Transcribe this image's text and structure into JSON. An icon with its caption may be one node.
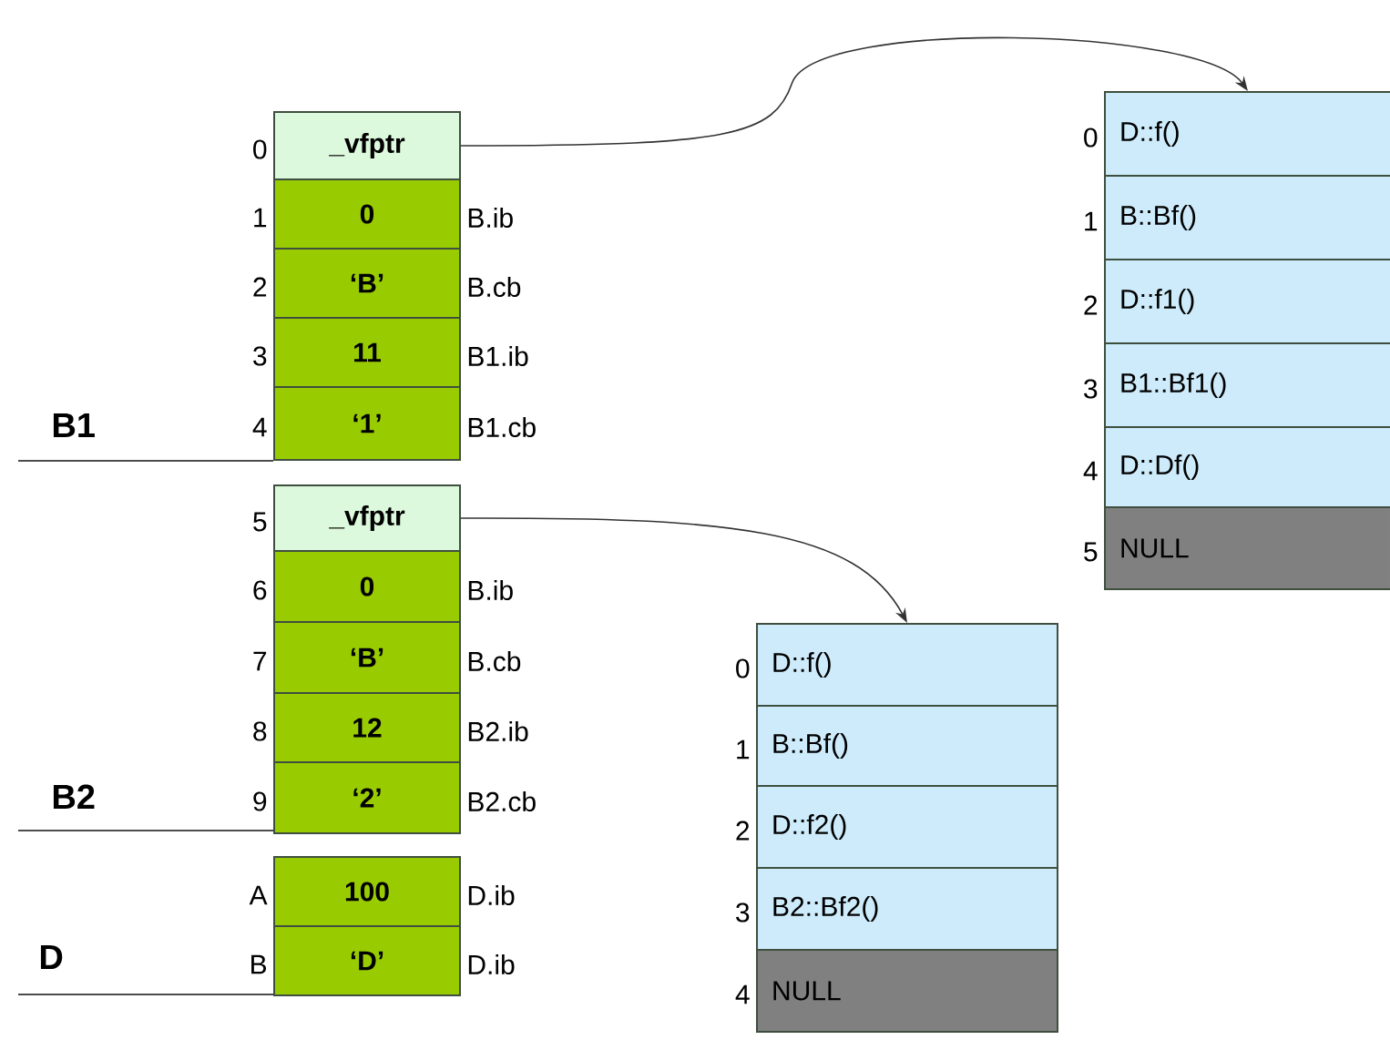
{
  "diagram": {
    "nodes": [
      {
        "text": [
          "_vfptr"
        ],
        "beside": [
          "0"
        ]
      },
      {
        "text": [
          "0"
        ],
        "beside": [
          "1",
          "B.ib"
        ]
      },
      {
        "text": [
          "‘B’"
        ],
        "beside": [
          "2",
          "B.cb"
        ]
      },
      {
        "text": [
          "11"
        ],
        "beside": [
          "3",
          "B1.ib"
        ]
      },
      {
        "text": [
          "‘1’"
        ],
        "beside": [
          "4",
          "B1.cb"
        ]
      },
      {
        "text": [
          "_vfptr"
        ],
        "beside": [
          "5"
        ]
      },
      {
        "text": [
          "0"
        ],
        "beside": [
          "6",
          "B.ib"
        ]
      },
      {
        "text": [
          "‘B’"
        ],
        "beside": [
          "7",
          "B.cb"
        ]
      },
      {
        "text": [
          "12"
        ],
        "beside": [
          "8",
          "B2.ib"
        ]
      },
      {
        "text": [
          "‘2’"
        ],
        "beside": [
          "9",
          "B2.cb"
        ]
      },
      {
        "text": [
          "100"
        ],
        "beside": [
          "A",
          "D.ib"
        ]
      },
      {
        "text": [
          "‘D’"
        ],
        "beside": [
          "B",
          "D.ib"
        ]
      },
      {
        "text": [
          "D::f()"
        ],
        "beside": [
          "0"
        ]
      },
      {
        "text": [
          "B::Bf()"
        ],
        "beside": [
          "1"
        ]
      },
      {
        "text": [
          "D::f1()"
        ],
        "beside": [
          "2"
        ]
      },
      {
        "text": [
          "B1::Bf1()"
        ],
        "beside": [
          "3"
        ]
      },
      {
        "text": [
          "D::Df()"
        ],
        "beside": [
          "4"
        ]
      },
      {
        "text": [
          "NULL"
        ],
        "beside": [
          "5"
        ]
      },
      {
        "text": [
          "D::f()"
        ],
        "beside": [
          "0"
        ]
      },
      {
        "text": [
          "B::Bf()"
        ],
        "beside": [
          "1"
        ]
      },
      {
        "text": [
          "D::f2()"
        ],
        "beside": [
          "2"
        ]
      },
      {
        "text": [
          "B2::Bf2()"
        ],
        "beside": [
          "3"
        ]
      },
      {
        "text": [
          "NULL"
        ],
        "beside": [
          "4"
        ]
      }
    ],
    "edges": [
      {
        "from": 0,
        "to": 12,
        "arrow": "to"
      },
      {
        "from": 5,
        "to": 18,
        "arrow": "to"
      }
    ],
    "labels": [
      "B1",
      "B2",
      "D"
    ]
  }
}
